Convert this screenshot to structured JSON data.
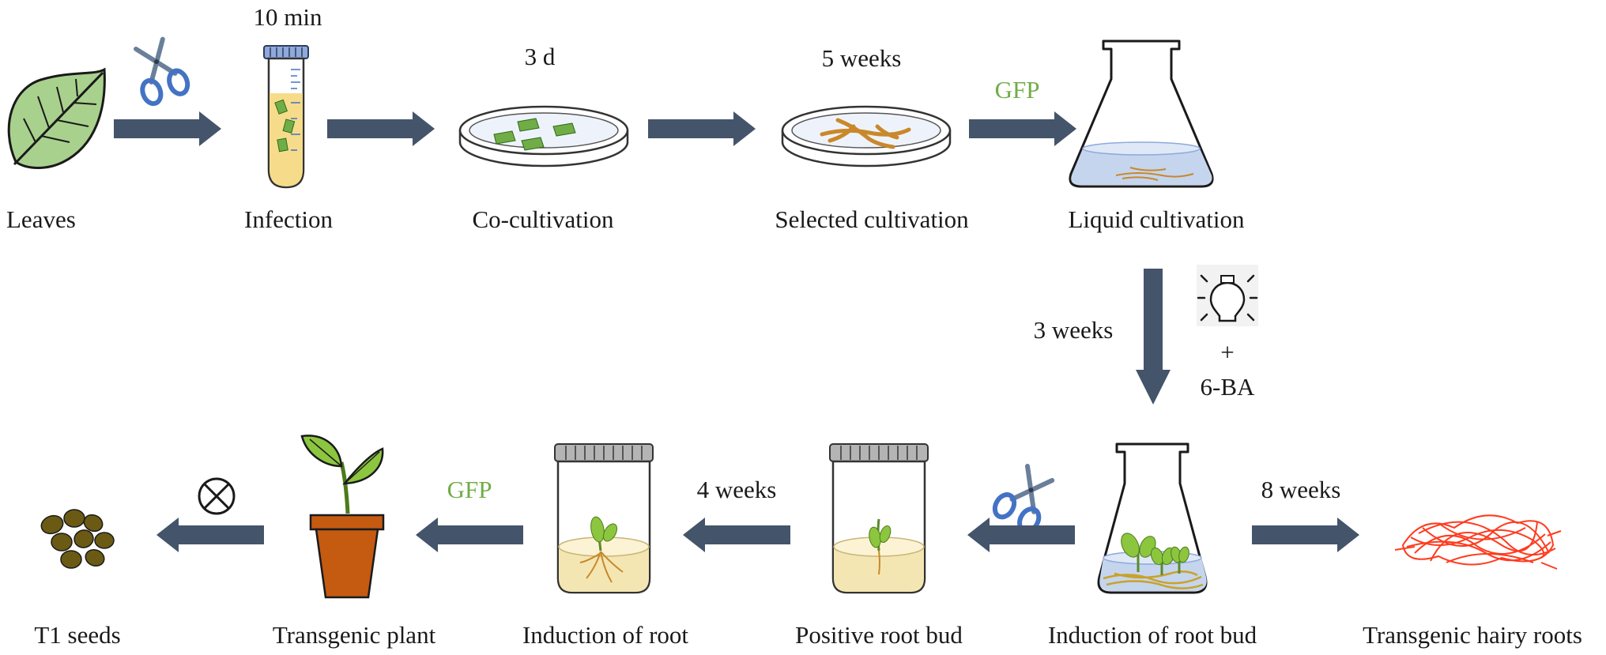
{
  "steps_top": [
    {
      "label": "Leaves",
      "time": ""
    },
    {
      "label": "Infection",
      "time": "10 min"
    },
    {
      "label": "Co-cultivation",
      "time": "3 d"
    },
    {
      "label": "Selected cultivation",
      "time": "5 weeks"
    },
    {
      "label": "Liquid cultivation",
      "time": ""
    }
  ],
  "steps_bottom": [
    {
      "label": "T1 seeds"
    },
    {
      "label": "Transgenic plant"
    },
    {
      "label": "Induction of root"
    },
    {
      "label": "Positive root bud"
    },
    {
      "label": "Induction of root bud"
    },
    {
      "label": "Transgenic hairy roots"
    }
  ],
  "annotations": {
    "gfp_top": "GFP",
    "gfp_bottom": "GFP",
    "vertical_time": "3 weeks",
    "plus": "+",
    "hormone": "6-BA",
    "root_time": "4 weeks",
    "hairy_time": "8 weeks",
    "selfing_symbol": "⊗"
  },
  "colors": {
    "arrow": "#44546a",
    "leaf": "#a9d18e",
    "gfp_text": "#70ad47",
    "hairy_roots": "#ff3b1f",
    "pot": "#c55a11",
    "seeds": "#6b5a14"
  },
  "icons": [
    "leaf-icon",
    "scissors-icon",
    "tube-icon",
    "dish-icon",
    "flask-icon",
    "bulb-icon",
    "jar-icon",
    "pot-plant-icon",
    "seeds-icon",
    "hairy-roots-icon"
  ]
}
